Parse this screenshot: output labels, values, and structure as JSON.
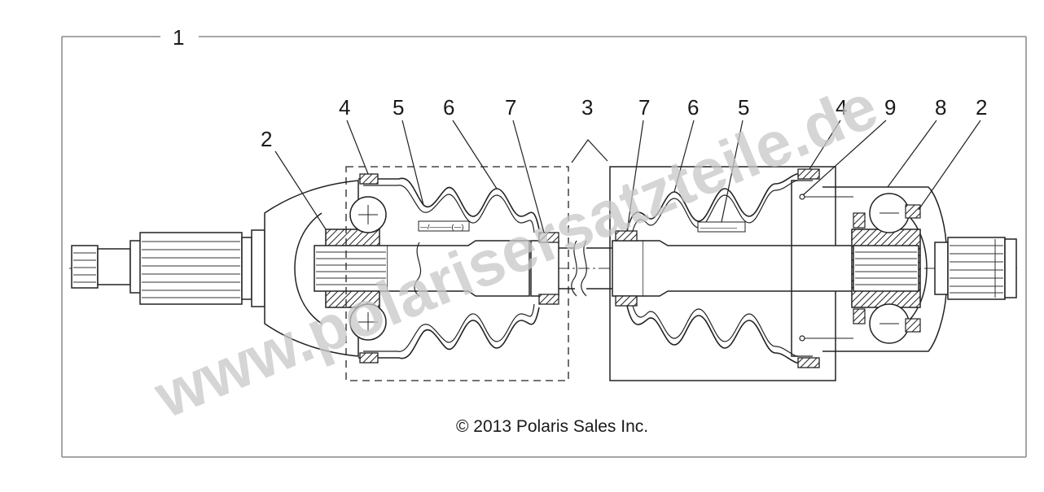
{
  "diagram": {
    "assembly_callout": "1",
    "callouts": {
      "left_cv_joint_2": "2",
      "left_clamp_4": "4",
      "left_grease_5": "5",
      "left_boot_6": "6",
      "left_clamp_7": "7",
      "kit_3": "3",
      "right_clamp_7": "7",
      "right_boot_6": "6",
      "right_grease_5": "5",
      "right_clamp_4": "4",
      "ring_9": "9",
      "housing_8": "8",
      "right_cv_joint_2": "2"
    },
    "left_grease_label": "—/———(—)",
    "right_grease_label": "—————",
    "copyright": "© 2013 Polaris Sales Inc.",
    "watermark": "www.polarisersatzteile.de"
  }
}
